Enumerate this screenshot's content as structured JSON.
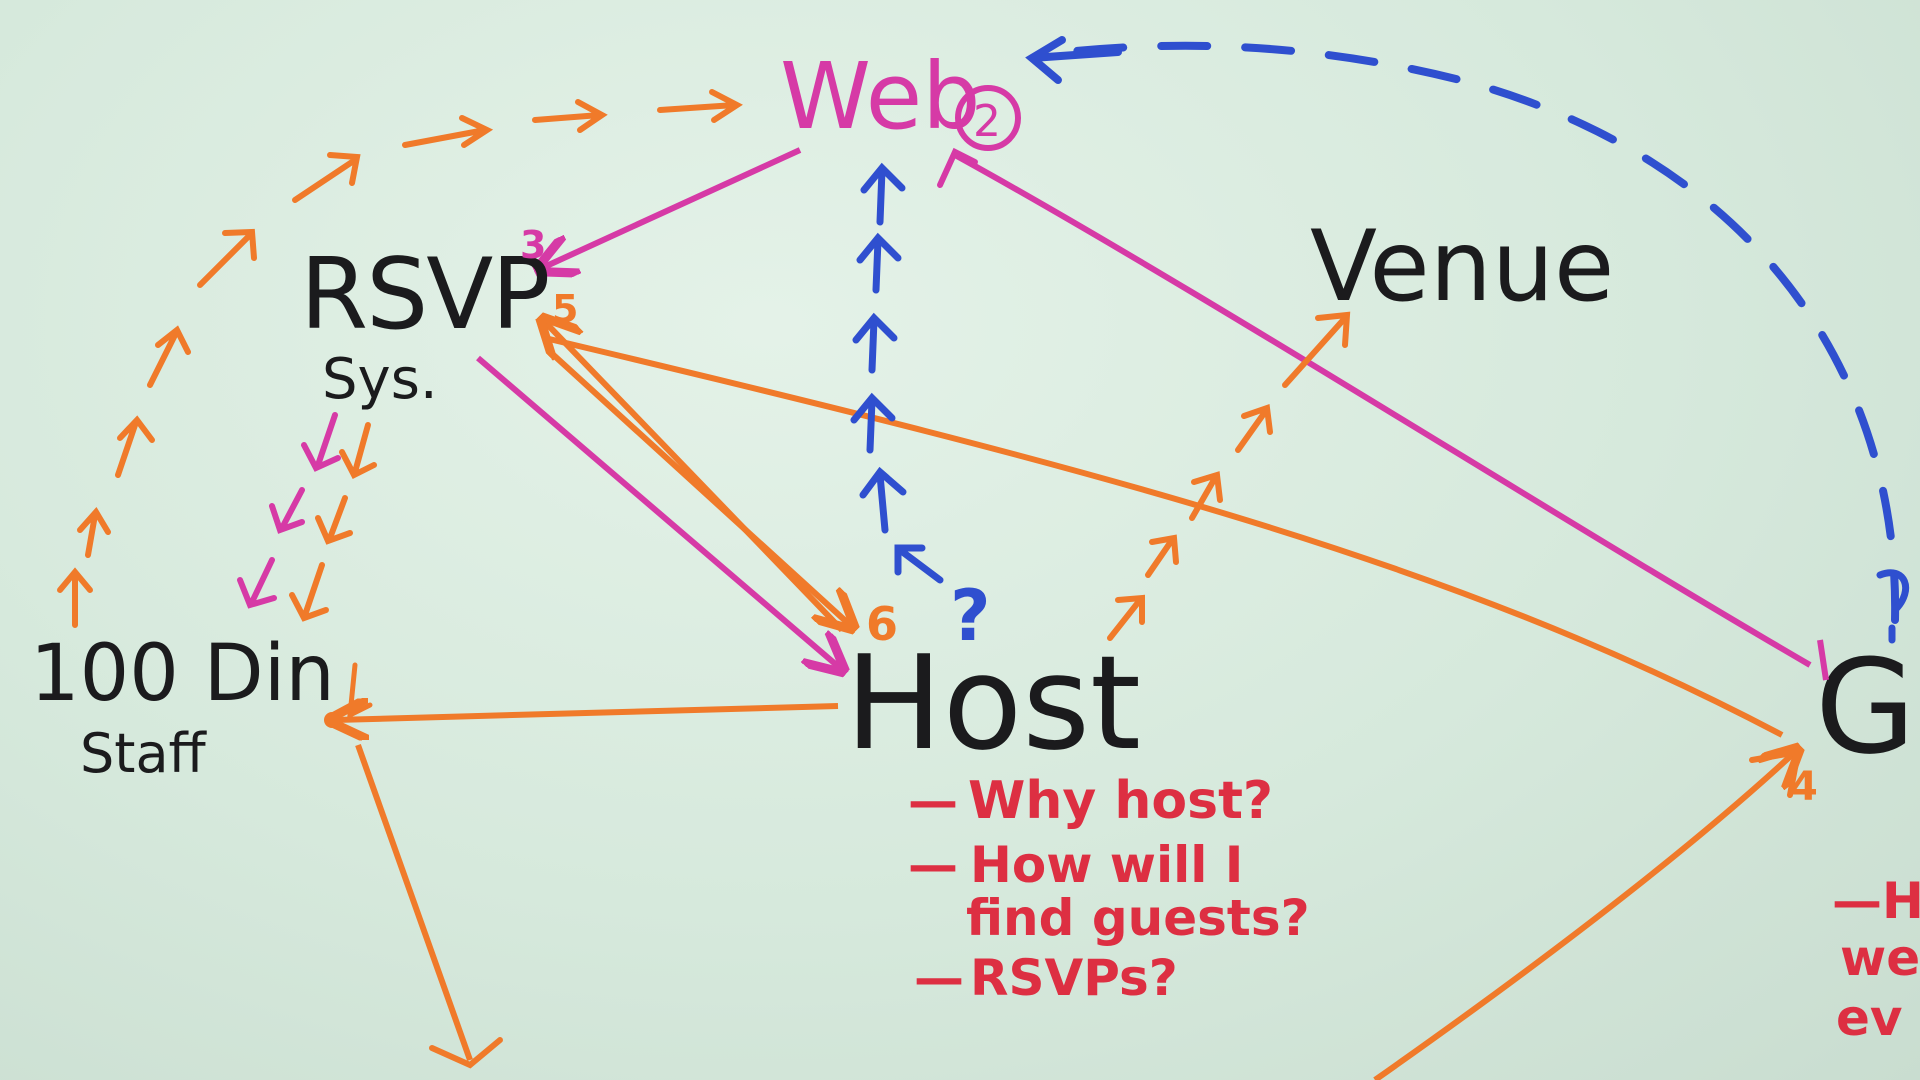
{
  "colors": {
    "board": "#d9ebdf",
    "black": "#1b1b1d",
    "magenta": "#d63aa6",
    "orange": "#f07a2a",
    "blue": "#2f4fcf",
    "red": "#dd2f42"
  },
  "nodes": {
    "web": "Web",
    "web_badge": "2",
    "rsvp": "RSVP",
    "rsvp_sub": "Sys.",
    "rsvp_num_magenta": "3",
    "rsvp_num_orange": "5",
    "venue": "Venue",
    "dinners_line1": "100 Din",
    "dinners_line2": "Staff",
    "host": "Host",
    "host_num": "6",
    "guest_partial": "G",
    "guest_num": "4",
    "question_mark": "?"
  },
  "host_notes": [
    {
      "dash": "—",
      "text": "Why host?"
    },
    {
      "dash": "—",
      "text": "How will I"
    },
    {
      "dash": "",
      "text": "find guests?"
    },
    {
      "dash": "—",
      "text": "RSVPs?"
    }
  ],
  "guest_notes_partial": [
    "—H",
    "we",
    "ev"
  ]
}
